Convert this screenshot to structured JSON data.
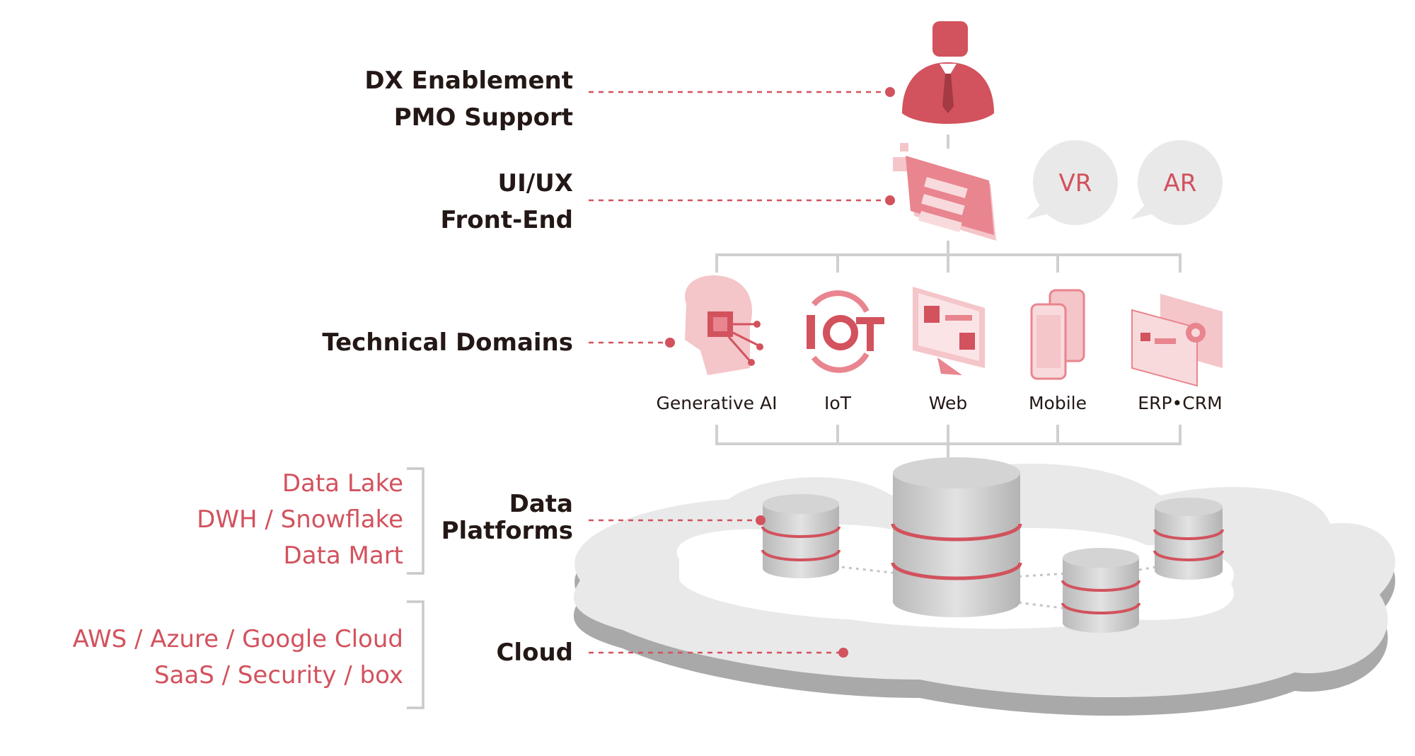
{
  "layers": {
    "dx": {
      "line1": "DX Enablement",
      "line2": "PMO Support"
    },
    "uiux": {
      "line1": "UI/UX",
      "line2": "Front-End"
    },
    "technical": {
      "label": "Technical Domains"
    },
    "data": {
      "line1": "Data",
      "line2": "Platforms"
    },
    "cloud": {
      "label": "Cloud"
    }
  },
  "bubbles": [
    "VR",
    "AR"
  ],
  "domains": [
    "Generative AI",
    "IoT",
    "Web",
    "Mobile",
    "ERP•CRM"
  ],
  "data_examples": [
    "Data Lake",
    "DWH / Snowflake",
    "Data Mart"
  ],
  "cloud_examples": [
    "AWS / Azure / Google Cloud",
    "SaaS / Security / box"
  ],
  "colors": {
    "accent": "#d2525d",
    "light_accent": "#f4c5c9",
    "gray": "#c9c9c9",
    "text": "#231815"
  }
}
